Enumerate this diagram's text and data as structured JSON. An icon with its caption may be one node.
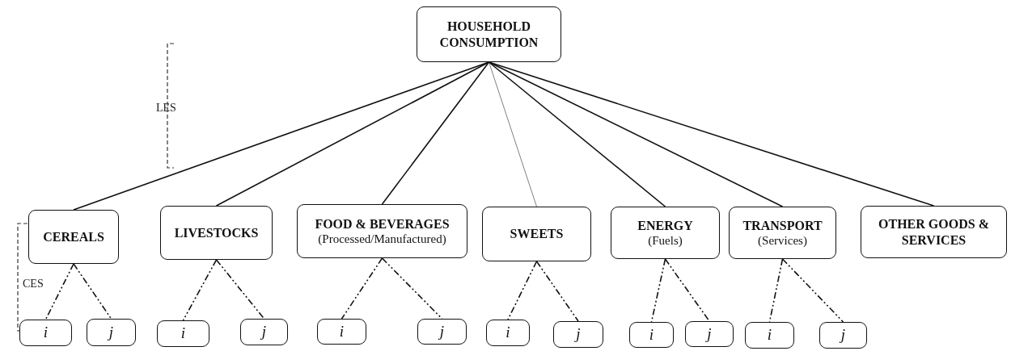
{
  "diagram": {
    "nodes": [
      {
        "text": [
          "HOUSEHOLD CONSUMPTION"
        ]
      },
      {
        "text": [
          "CEREALS"
        ]
      },
      {
        "text": [
          "LIVESTOCKS"
        ]
      },
      {
        "text": [
          "FOOD & BEVERAGES",
          "(Processed/Manufactured)"
        ]
      },
      {
        "text": [
          "SWEETS"
        ]
      },
      {
        "text": [
          "ENERGY",
          "(Fuels)"
        ]
      },
      {
        "text": [
          "TRANSPORT",
          "(Services)"
        ]
      },
      {
        "text": [
          "OTHER GOODS & SERVICES"
        ]
      },
      {
        "text": [
          "i"
        ]
      },
      {
        "text": [
          "j"
        ]
      },
      {
        "text": [
          "i"
        ]
      },
      {
        "text": [
          "j"
        ]
      },
      {
        "text": [
          "i"
        ]
      },
      {
        "text": [
          "j"
        ]
      },
      {
        "text": [
          "i"
        ]
      },
      {
        "text": [
          "j"
        ]
      },
      {
        "text": [
          "i"
        ]
      },
      {
        "text": [
          "j"
        ]
      },
      {
        "text": [
          "i"
        ]
      },
      {
        "text": [
          "j"
        ]
      }
    ],
    "edges": [
      {
        "from": 0,
        "to": 1,
        "arrow": "none"
      },
      {
        "from": 0,
        "to": 2,
        "arrow": "none"
      },
      {
        "from": 0,
        "to": 3,
        "arrow": "none"
      },
      {
        "from": 0,
        "to": 4,
        "arrow": "none",
        "color": "#808080"
      },
      {
        "from": 0,
        "to": 5,
        "arrow": "none"
      },
      {
        "from": 0,
        "to": 6,
        "arrow": "none"
      },
      {
        "from": 0,
        "to": 7,
        "arrow": "none"
      },
      {
        "from": 1,
        "to": 8,
        "arrow": "none",
        "style": "dashed"
      },
      {
        "from": 1,
        "to": 9,
        "arrow": "none",
        "style": "dashed"
      },
      {
        "from": 2,
        "to": 10,
        "arrow": "none",
        "style": "dashed"
      },
      {
        "from": 2,
        "to": 11,
        "arrow": "none",
        "style": "dashed"
      },
      {
        "from": 3,
        "to": 12,
        "arrow": "none",
        "style": "dashed"
      },
      {
        "from": 3,
        "to": 13,
        "arrow": "none",
        "style": "dashed"
      },
      {
        "from": 4,
        "to": 14,
        "arrow": "none",
        "style": "dashed"
      },
      {
        "from": 4,
        "to": 15,
        "arrow": "none",
        "style": "dashed"
      },
      {
        "from": 5,
        "to": 16,
        "arrow": "none",
        "style": "dashed"
      },
      {
        "from": 5,
        "to": 17,
        "arrow": "none",
        "style": "dashed"
      },
      {
        "from": 6,
        "to": 18,
        "arrow": "none",
        "style": "dashed"
      },
      {
        "from": 6,
        "to": 19,
        "arrow": "none",
        "style": "dashed"
      }
    ],
    "labels": [
      "LES",
      "CES"
    ]
  }
}
